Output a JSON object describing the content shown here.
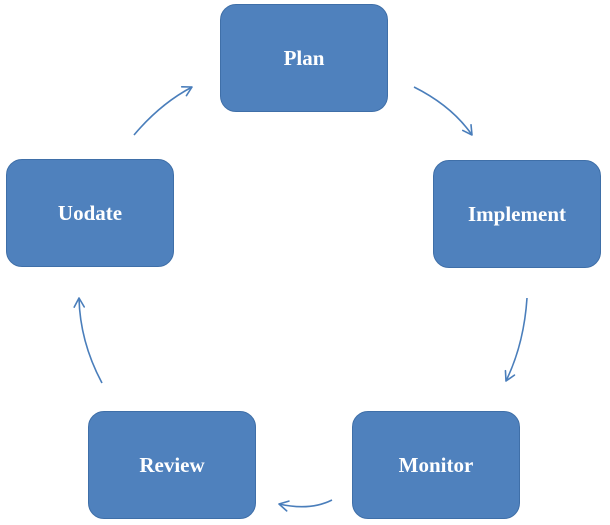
{
  "diagram": {
    "type": "cycle",
    "colors": {
      "node_fill": "#4f81bd",
      "node_border": "#3f6fa8",
      "node_text": "#ffffff",
      "arrow": "#4a7ebb"
    },
    "nodes": [
      {
        "id": "plan",
        "label": "Plan"
      },
      {
        "id": "implement",
        "label": "Implement"
      },
      {
        "id": "monitor",
        "label": "Monitor"
      },
      {
        "id": "review",
        "label": "Review"
      },
      {
        "id": "update",
        "label": "Uodate"
      }
    ],
    "edges": [
      {
        "from": "plan",
        "to": "implement"
      },
      {
        "from": "implement",
        "to": "monitor"
      },
      {
        "from": "monitor",
        "to": "review"
      },
      {
        "from": "review",
        "to": "update"
      },
      {
        "from": "update",
        "to": "plan"
      }
    ]
  }
}
